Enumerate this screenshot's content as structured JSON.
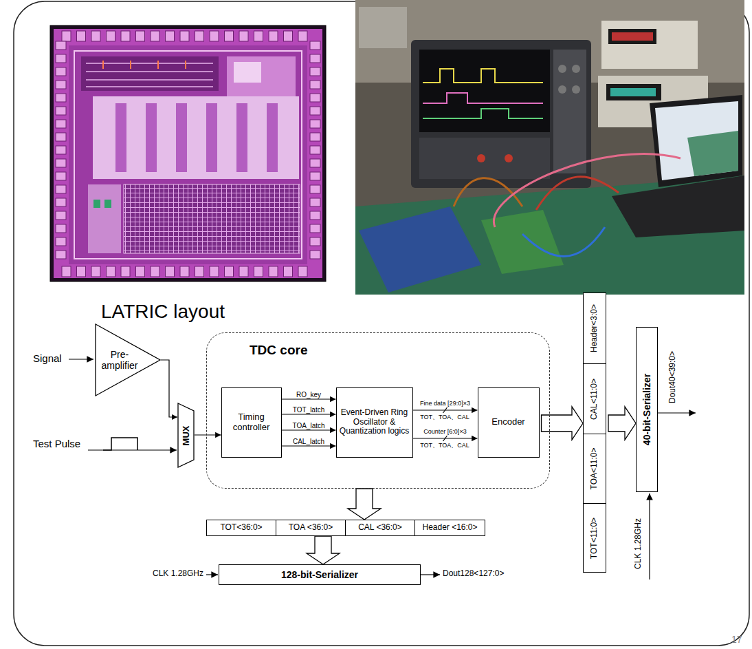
{
  "diagram": {
    "nodes": [
      {
        "text": [
          "Pre- amplifier"
        ]
      },
      {
        "text": [
          "MUX"
        ]
      },
      {
        "text": [
          "TDC core"
        ]
      },
      {
        "text": [
          "Timing controller"
        ],
        "in": 2
      },
      {
        "text": [
          "Event-Driven Ring Oscillator & Quantization logics"
        ],
        "in": 2
      },
      {
        "text": [
          "Encoder"
        ],
        "in": 2
      },
      {
        "text": [
          "Header<3:0>"
        ]
      },
      {
        "text": [
          "CAL<11:0>"
        ]
      },
      {
        "text": [
          "TOA<11:0>"
        ]
      },
      {
        "text": [
          "TOT<11:0>"
        ]
      },
      {
        "text": [
          "40-bit-Serializer"
        ]
      },
      {
        "text": [
          "TOT<36:0>"
        ]
      },
      {
        "text": [
          "TOA <36:0>"
        ]
      },
      {
        "text": [
          "CAL <36:0>"
        ]
      },
      {
        "text": [
          "Header <16:0>"
        ]
      },
      {
        "text": [
          "128-bit-Serializer"
        ]
      }
    ],
    "edges": [
      {
        "from": 0,
        "to": 1,
        "arrow": "to"
      },
      {
        "from": 1,
        "to": 3,
        "arrow": "to"
      },
      {
        "from": 3,
        "to": 4,
        "label": "RO_key",
        "arrow": "to"
      },
      {
        "from": 3,
        "to": 4,
        "label": "TOT_latch",
        "arrow": "to"
      },
      {
        "from": 3,
        "to": 4,
        "label": "TOA_latch",
        "arrow": "to"
      },
      {
        "from": 3,
        "to": 4,
        "label": "CAL_latch",
        "arrow": "to"
      },
      {
        "from": 4,
        "to": 5,
        "label": "Fine data [29:0]×3",
        "arrow": "to"
      },
      {
        "from": 4,
        "to": 5,
        "label": "Counter [6:0]×3",
        "arrow": "to"
      },
      {
        "from": 5,
        "to": 7,
        "arrow": "to"
      },
      {
        "from": 7,
        "to": 10,
        "arrow": "to"
      },
      {
        "from": 2,
        "to": 13,
        "arrow": "to"
      },
      {
        "from": 12,
        "to": 15,
        "arrow": "to"
      }
    ],
    "labels": [
      "LATRIC layout",
      "Signal",
      "Test Pulse",
      "TOT、TOA、CAL",
      "TOT、TOA、CAL",
      "Dout40<39:0>",
      "CLK 1.28GHz",
      "CLK 1.28GHz",
      "Dout128<127:0>",
      "17"
    ]
  }
}
